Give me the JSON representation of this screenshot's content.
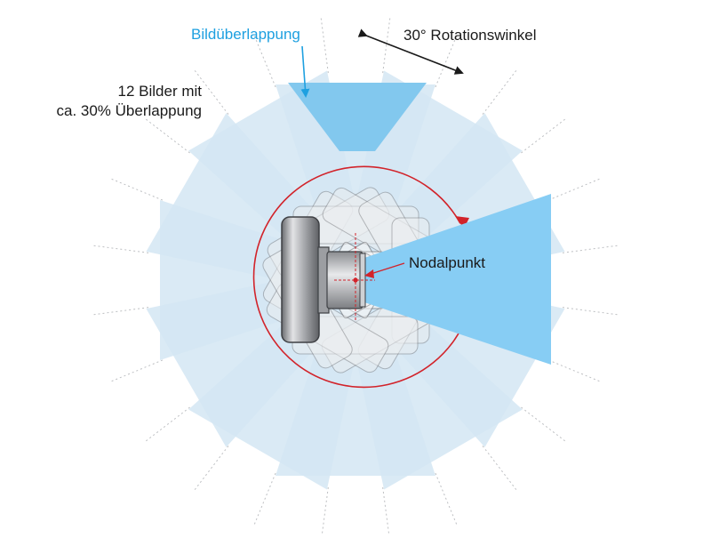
{
  "labels": {
    "overlap": "Bildüberlappung",
    "angle": "30° Rotationswinkel",
    "count_line1": "12 Bilder mit",
    "count_line2": "ca. 30% Überlappung",
    "nodal": "Nodalpunkt"
  },
  "diagram": {
    "image_count": 12,
    "rotation_step_deg": 30,
    "overlap_percent": 30
  },
  "colors": {
    "active_field": "#87cdf4",
    "highlight_field": "#82c8ee",
    "faded_field": "#d4e6f3",
    "rotation_arrow": "#d2232a",
    "overlap_label": "#1ea0e0",
    "text": "#1a1a1a",
    "camera_body": "#9a9ca0"
  }
}
